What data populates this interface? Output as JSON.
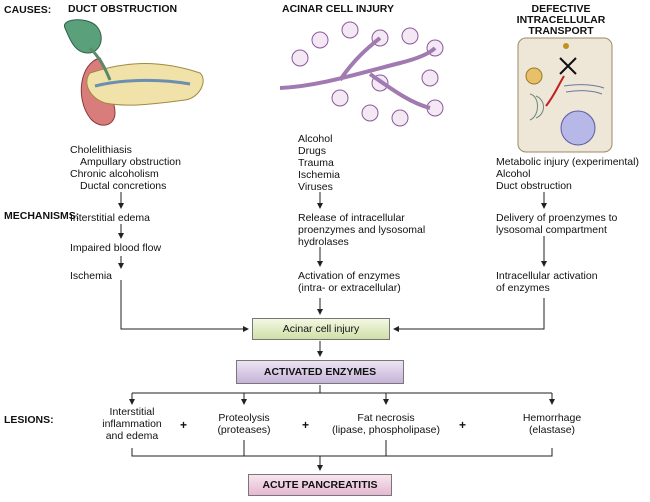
{
  "labels": {
    "causes": "CAUSES:",
    "mechanisms": "MECHANISMS:",
    "lesions": "LESIONS:"
  },
  "columns": {
    "duct": {
      "title": "DUCT OBSTRUCTION",
      "causes": [
        "Cholelithiasis",
        "Ampullary obstruction",
        "Chronic alcoholism",
        "Ductal concretions"
      ],
      "mech": [
        "Interstitial edema",
        "Impaired blood flow",
        "Ischemia"
      ]
    },
    "acinar": {
      "title": "ACINAR CELL INJURY",
      "causes": [
        "Alcohol",
        "Drugs",
        "Trauma",
        "Ischemia",
        "Viruses"
      ],
      "mech1": [
        "Release of intracellular",
        "proenzymes and lysosomal",
        "hydrolases"
      ],
      "mech2": [
        "Activation of enzymes",
        "(intra- or extracellular)"
      ]
    },
    "transport": {
      "title": [
        "DEFECTIVE INTRACELLULAR",
        "TRANSPORT"
      ],
      "causes": [
        "Metabolic injury (experimental)",
        "Alcohol",
        "Duct obstruction"
      ],
      "mech1": [
        "Delivery of proenzymes to",
        "lysosomal compartment"
      ],
      "mech2": [
        "Intracellular activation",
        "of enzymes"
      ]
    }
  },
  "boxes": {
    "acinar": "Acinar cell injury",
    "enzymes": "ACTIVATED ENZYMES",
    "pancreatitis": "ACUTE PANCREATITIS"
  },
  "lesions": [
    {
      "lines": [
        "Interstitial",
        "inflammation",
        "and edema"
      ]
    },
    {
      "lines": [
        "Proteolysis",
        "(proteases)"
      ]
    },
    {
      "lines": [
        "Fat necrosis",
        "(lipase, phospholipase)"
      ]
    },
    {
      "lines": [
        "Hemorrhage",
        "(elastase)"
      ]
    }
  ],
  "plus": "+"
}
